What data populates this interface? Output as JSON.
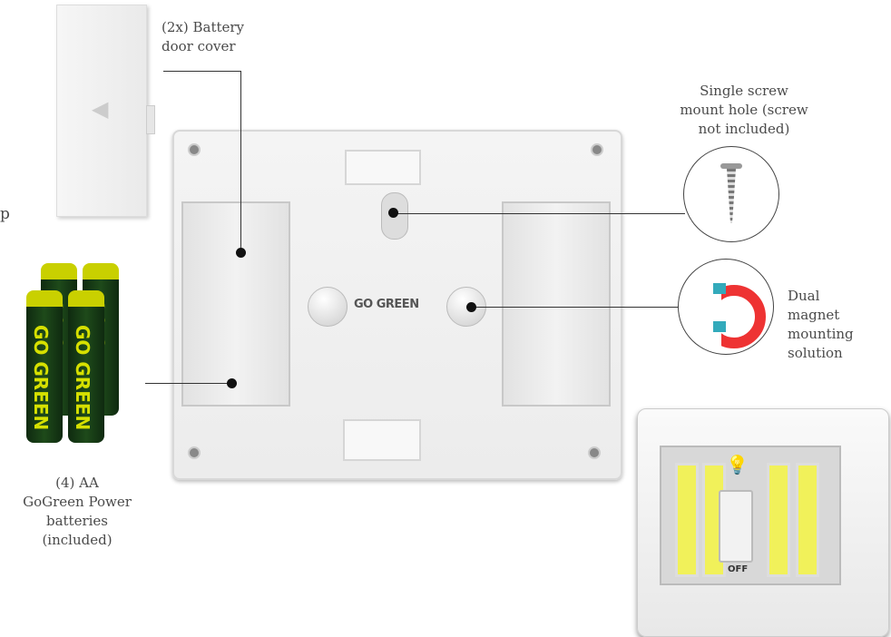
{
  "labels": {
    "door_cover": [
      "(2x) Battery",
      "door cover"
    ],
    "screw": [
      "Single screw",
      "mount hole (screw",
      "not included)"
    ],
    "magnet": [
      "Dual",
      "magnet",
      "mounting",
      "solution"
    ],
    "batteries": [
      "(4) AA",
      "GoGreen Power",
      "batteries",
      "(included)"
    ],
    "cut_text": "p"
  },
  "logo": "GO GREEN",
  "battery_brand": "GO GREEN",
  "switch_label": "OFF"
}
